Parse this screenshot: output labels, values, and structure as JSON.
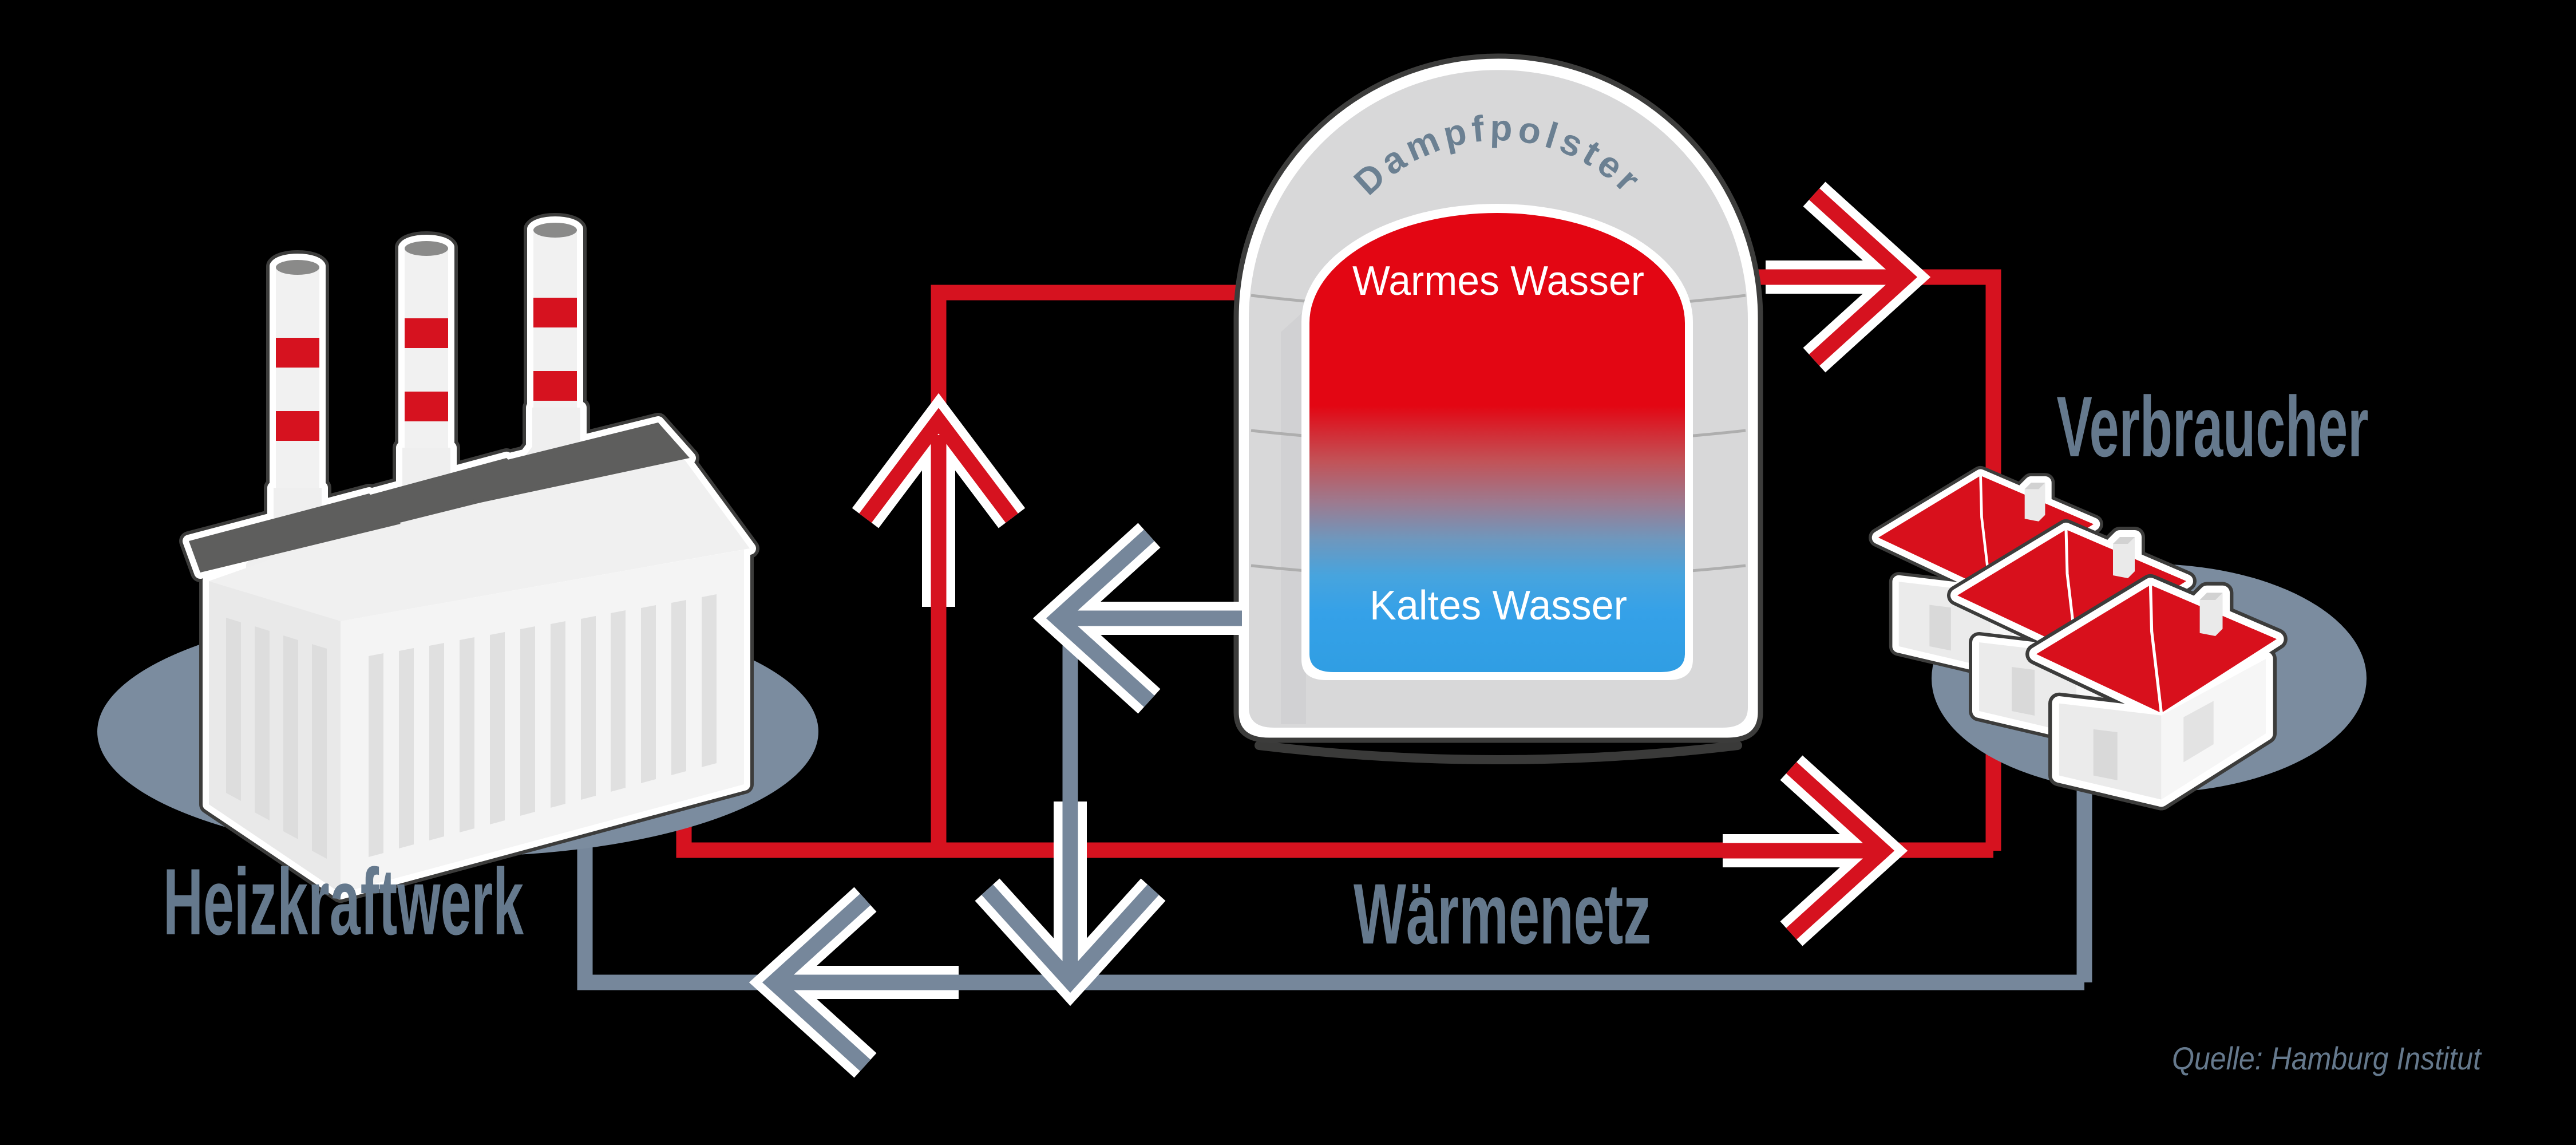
{
  "diagram": {
    "labels": {
      "heizkraftwerk": "Heizkraftwerk",
      "verbraucher": "Verbraucher",
      "waermenetz": "Wärmenetz",
      "dampfpolster": "Dampfpolster",
      "warmes_wasser": "Warmes Wasser",
      "kaltes_wasser": "Kaltes Wasser",
      "quelle": "Quelle: Hamburg Institut"
    },
    "colors": {
      "red": "#d6121f",
      "hot_water_red": "#e30613",
      "cold_water_blue": "#309ee3",
      "pipe_gray": "#76879b",
      "platform_gray": "#7b8c9f",
      "label_gray_blue": "#65798d",
      "dampfpolster_gray": "#6b8092",
      "tank_casing": "#d8d8d9",
      "outline_dark": "#3c3c3b",
      "white": "#ffffff",
      "background": "#000000"
    }
  }
}
